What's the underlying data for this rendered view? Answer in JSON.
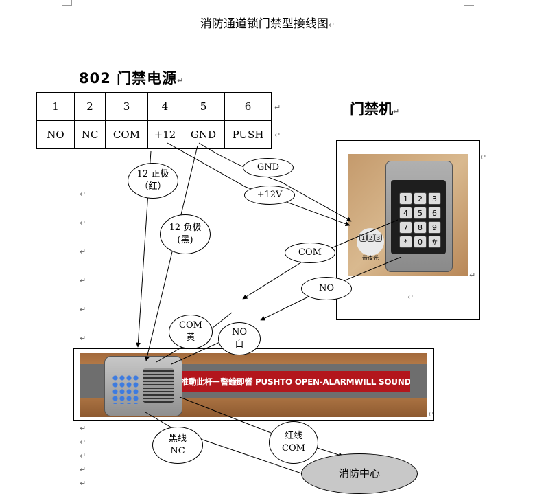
{
  "title": "消防通道锁门禁型接线图",
  "power_supply_title": "802 门禁电源",
  "keypad_title": "门禁机",
  "terminals": [
    {
      "num": "1",
      "label": "NO"
    },
    {
      "num": "2",
      "label": "NC"
    },
    {
      "num": "3",
      "label": "COM"
    },
    {
      "num": "4",
      "label": "+12"
    },
    {
      "num": "5",
      "label": "GND"
    },
    {
      "num": "6",
      "label": "PUSH"
    }
  ],
  "wire_labels": {
    "positive": [
      "12 正极",
      "（红）"
    ],
    "negative": [
      "12 负极",
      "(黑)"
    ],
    "gnd": "GND",
    "v12": "+12V",
    "com": "COM",
    "no": "NO",
    "com_yellow": [
      "COM",
      "黄"
    ],
    "no_white": [
      "NO",
      "白"
    ],
    "black_nc": [
      "黑线",
      "NC"
    ],
    "red_com": [
      "红线",
      "COM"
    ]
  },
  "fire_center": "消防中心",
  "keypad": {
    "keys": [
      "1",
      "2",
      "3",
      "4",
      "5",
      "6",
      "7",
      "8",
      "9",
      "*",
      "0",
      "#"
    ],
    "inset_keys": [
      "1",
      "2",
      "3"
    ],
    "inset_label": "带夜光"
  },
  "panic_bar_text": "推動此杆－警鐘即響 PUSHTO OPEN-ALARMWILL SOUND",
  "return_mark": "↵",
  "colors": {
    "bar_red": "#b3161c",
    "wall": "#b8743c",
    "ellipse_gray": "#c8c8c8"
  }
}
